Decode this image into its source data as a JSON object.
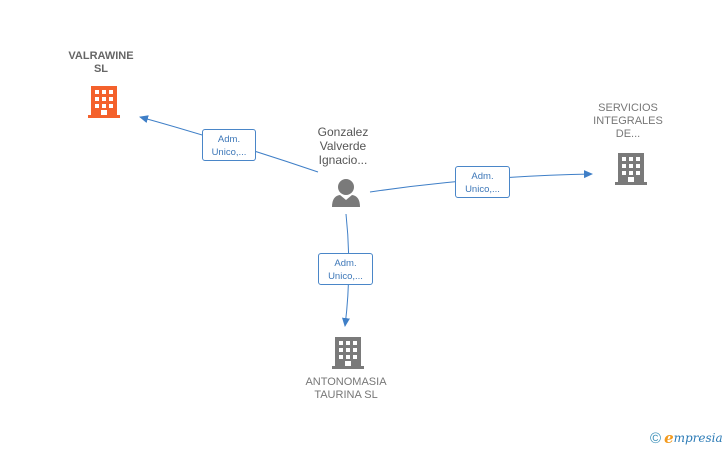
{
  "colors": {
    "primary_company": "#f4612c",
    "company": "#7a7a7a",
    "person": "#7a7a7a",
    "edge": "#3f7fc7"
  },
  "nodes": {
    "center": {
      "icon": "person-icon",
      "label": "Gonzalez\nValverde\nIgnacio..."
    },
    "valrawine": {
      "icon": "building-icon",
      "label": "VALRAWINE\nSL"
    },
    "servicios": {
      "icon": "building-icon",
      "label": "SERVICIOS\nINTEGRALES\nDE..."
    },
    "antonomasia": {
      "icon": "building-icon",
      "label": "ANTONOMASIA\nTAURINA  SL"
    }
  },
  "edges": {
    "to_valrawine": {
      "line1": "Adm.",
      "line2": "Unico,..."
    },
    "to_servicios": {
      "line1": "Adm.",
      "line2": "Unico,..."
    },
    "to_antonomasia": {
      "line1": "Adm.",
      "line2": "Unico,..."
    }
  },
  "watermark": {
    "copyright": "©",
    "brand_initial": "e",
    "brand_rest": "mpresia"
  }
}
